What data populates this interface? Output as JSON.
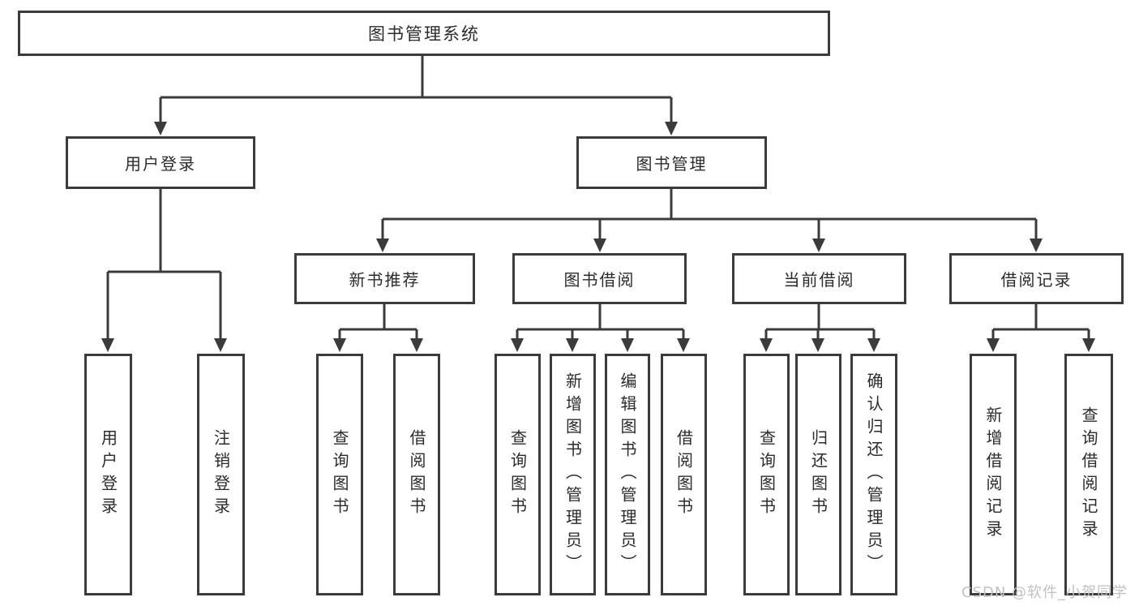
{
  "diagram": {
    "type": "tree",
    "tree": {
      "label": "图书管理系统",
      "children": [
        {
          "label": "用户登录",
          "children": [
            {
              "label": "用户登录"
            },
            {
              "label": "注销登录"
            }
          ]
        },
        {
          "label": "图书管理",
          "children": [
            {
              "label": "新书推荐",
              "children": [
                {
                  "label": "查询图书"
                },
                {
                  "label": "借阅图书"
                }
              ]
            },
            {
              "label": "图书借阅",
              "children": [
                {
                  "label": "查询图书"
                },
                {
                  "label": "新增图书（管理员）"
                },
                {
                  "label": "编辑图书（管理员）"
                },
                {
                  "label": "借阅图书"
                }
              ]
            },
            {
              "label": "当前借阅",
              "children": [
                {
                  "label": "查询图书"
                },
                {
                  "label": "归还图书"
                },
                {
                  "label": "确认归还（管理员）"
                }
              ]
            },
            {
              "label": "借阅记录",
              "children": [
                {
                  "label": "新增借阅记录"
                },
                {
                  "label": "查询借阅记录"
                }
              ]
            }
          ]
        }
      ]
    },
    "watermark": "CSDN @软件_小贺同学",
    "colors": {
      "line": "#3b3b3b",
      "text": "#2b2b2b",
      "background": "#ffffff",
      "watermark": "#c2c2c2"
    }
  }
}
